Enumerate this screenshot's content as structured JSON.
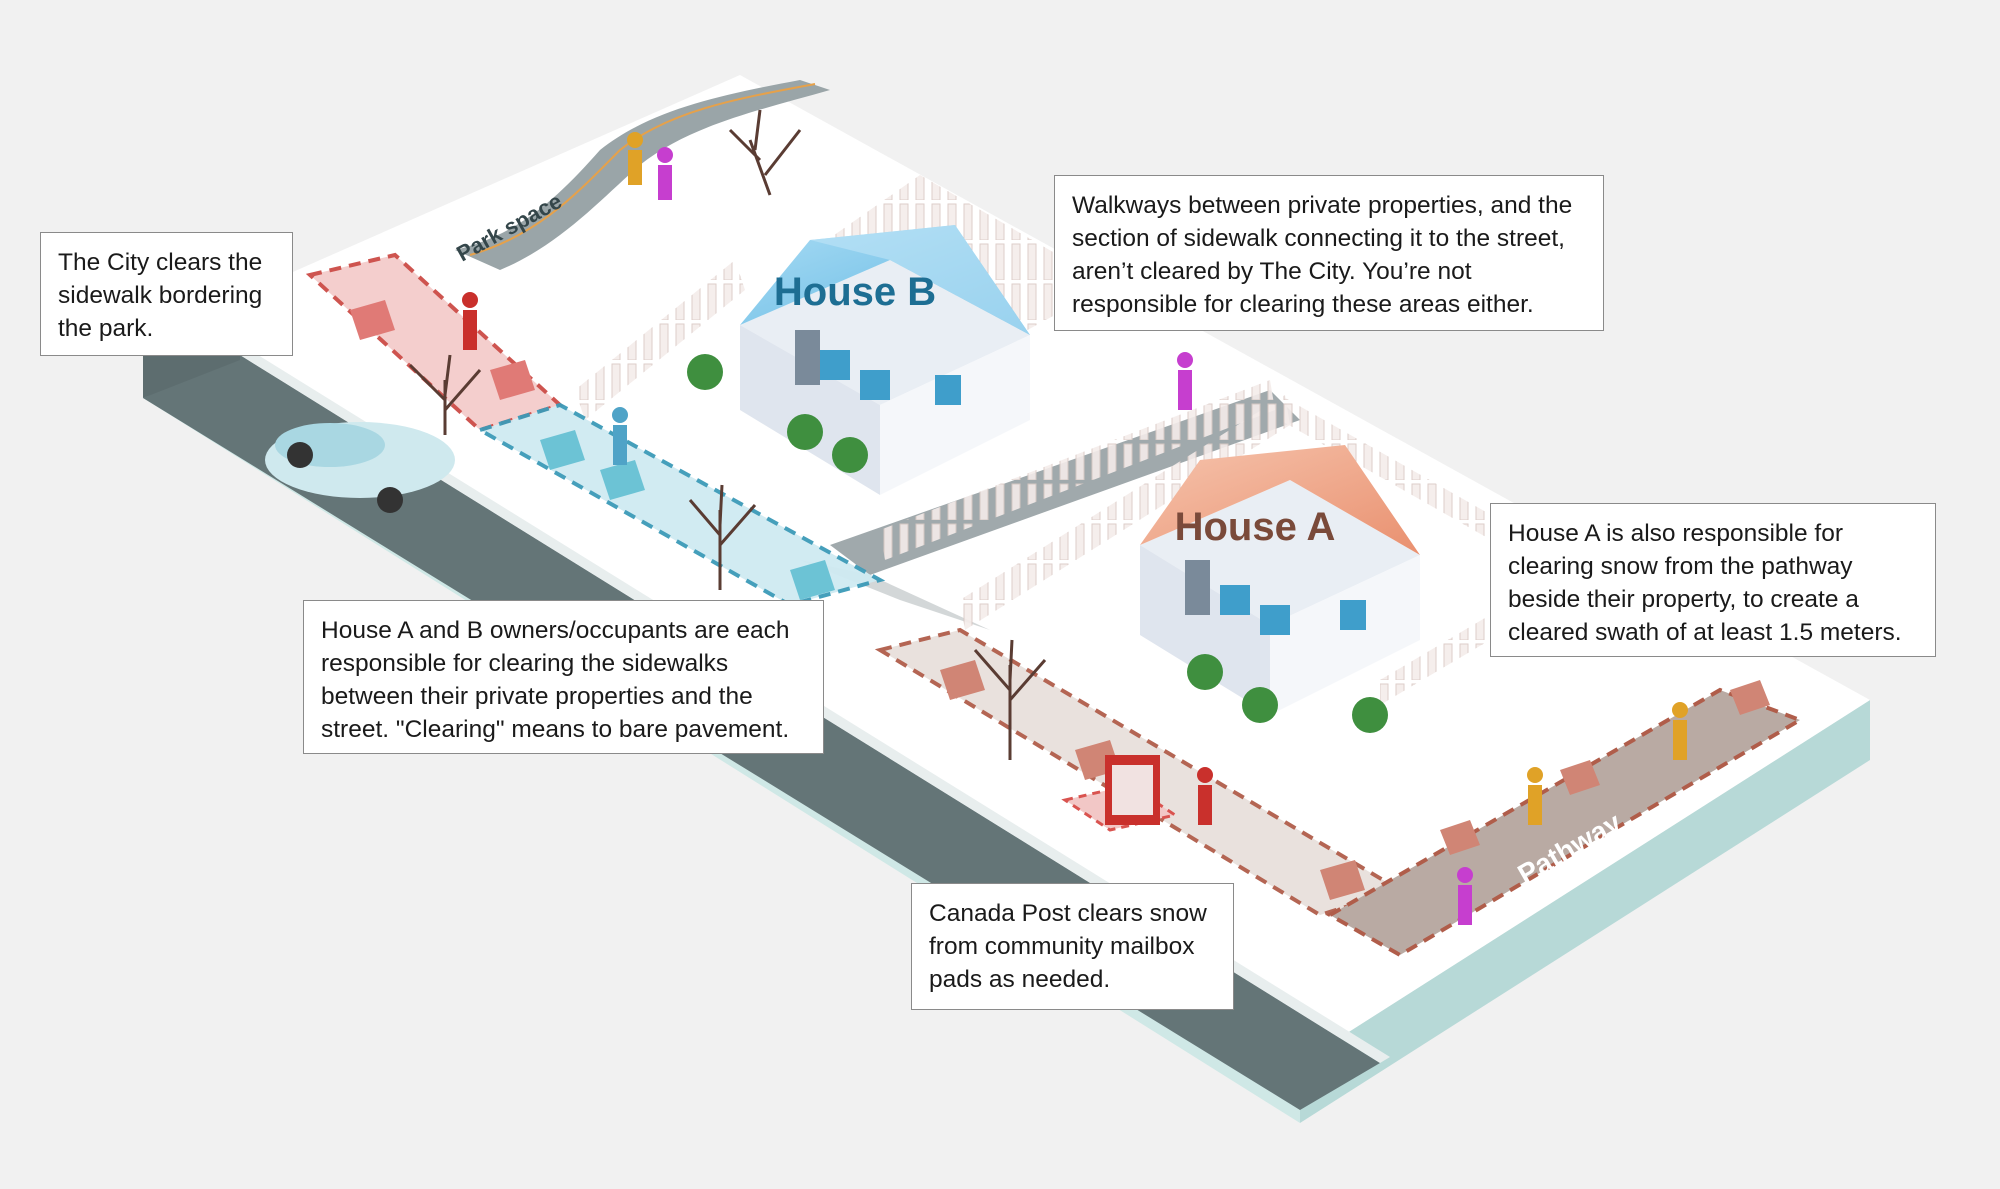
{
  "scene": {
    "house_b_label": "House B",
    "house_a_label": "House A",
    "park_label": "Park space",
    "pathway_label": "Pathway"
  },
  "callouts": {
    "city_park": "The City clears the sidewalk bordering the park.",
    "walkways": "Walkways between private properties, and the section of sidewalk connecting it to the street, aren’t cleared by The City. You’re not responsible for clearing these areas either.",
    "house_a_pathway": "House A is also responsible for clearing snow from the pathway beside their property, to create a cleared swath of at least 1.5 meters.",
    "owners": "House A and B owners/occupants are each responsible for clearing the sidewalks between their private properties and the street. \"Clearing\" means to bare pavement.",
    "canada_post": "Canada Post clears snow from community mailbox pads as needed."
  },
  "colors": {
    "background": "#f1f1f1",
    "snow": "#ffffff",
    "road": "#647577",
    "ice_edge": "#cfe8e6",
    "city_zone": "#d9534f",
    "owner_zone": "#6cc3d5",
    "pathway_zone": "#b05d4a",
    "house_b_roof": "#7cc6ea",
    "house_b_label": "#1d6e93",
    "house_a_roof": "#f0a88a",
    "house_a_label": "#7a4a3a",
    "park_path": "#9aa5a8"
  }
}
